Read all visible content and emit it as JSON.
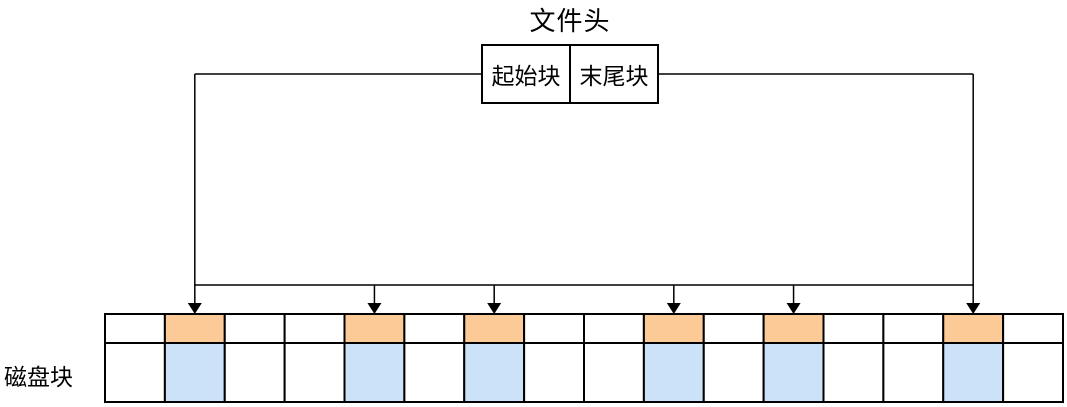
{
  "diagram": {
    "title": "文件头",
    "header_box": {
      "cells": [
        {
          "label": "起始块"
        },
        {
          "label": "末尾块"
        }
      ]
    },
    "disk": {
      "label": "磁盘块",
      "block_count": 16,
      "allocated_indices": [
        1,
        4,
        6,
        9,
        11,
        14
      ],
      "colors": {
        "top_highlight": "#FCCA96",
        "bottom_highlight": "#CCE2F8",
        "free_block": "#FFFFFF",
        "border": "#000000"
      }
    },
    "connector": {
      "color": "#000000"
    }
  }
}
